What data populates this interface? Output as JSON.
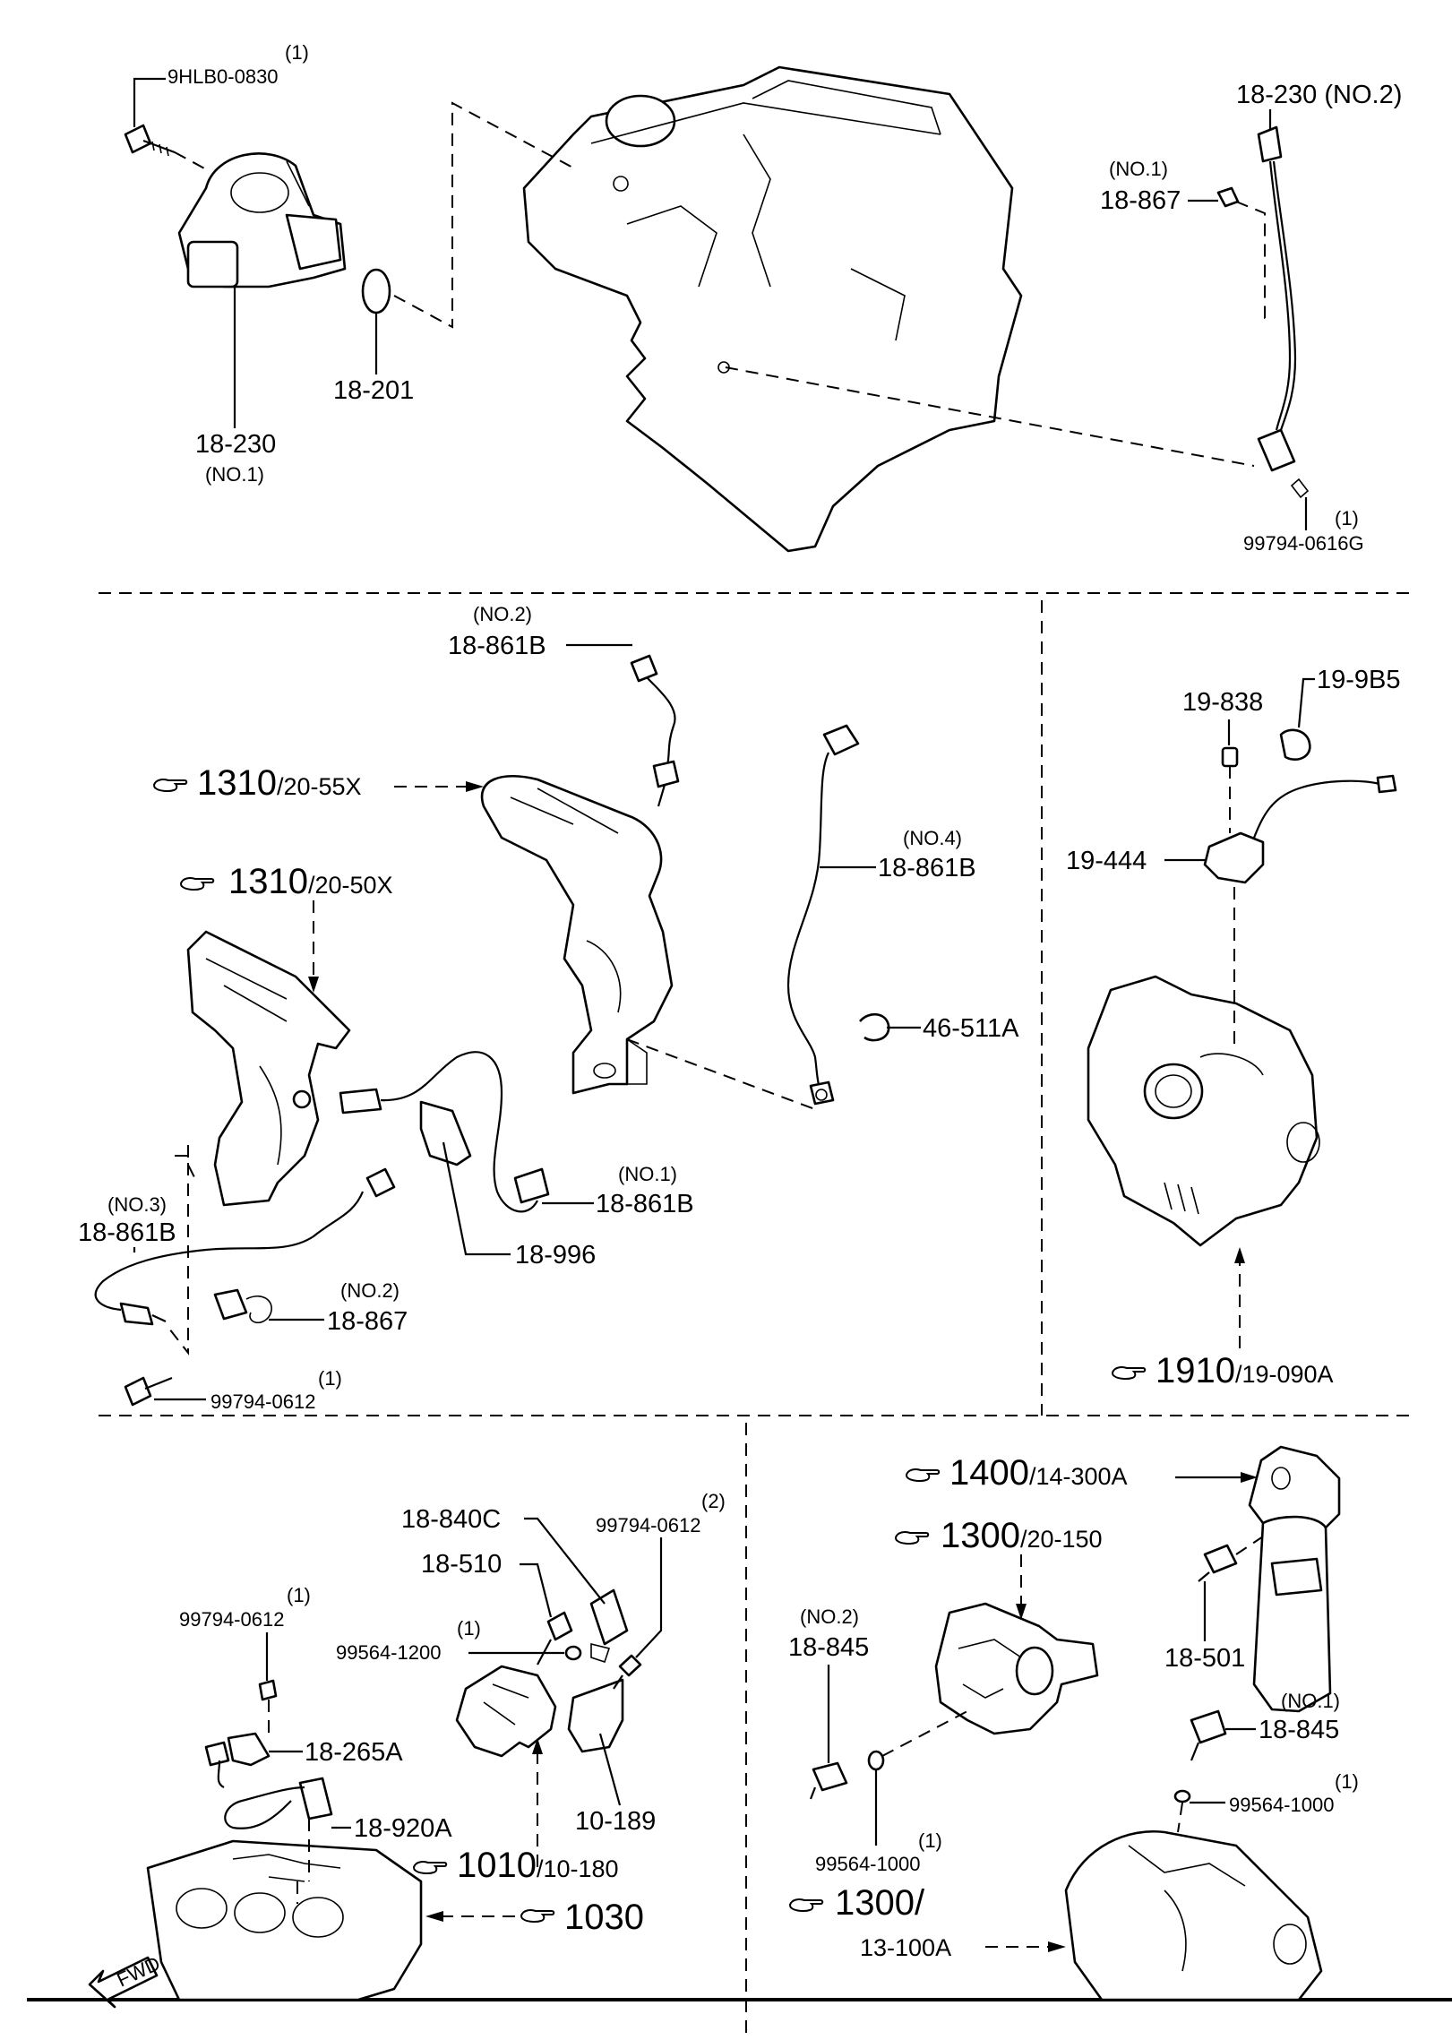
{
  "labels": {
    "p_9hlb0_0830": "9HLB0-0830",
    "q_9hlb0_0830": "(1)",
    "p_18_201": "18-201",
    "p_18_230_no1": "18-230",
    "n_18_230_no1": "(NO.1)",
    "p_18_230_no2": "18-230 (NO.2)",
    "n_18_867_top": "(NO.1)",
    "p_18_867_top": "18-867",
    "q_99794_0616g": "(1)",
    "p_99794_0616g": "99794-0616G",
    "n_18_861b_no2": "(NO.2)",
    "p_18_861b_no2": "18-861B",
    "r_1310_a_num": "1310",
    "r_1310_a_sub": "/20-55X",
    "r_1310_b_num": "1310",
    "r_1310_b_sub": "/20-50X",
    "n_18_861b_no4": "(NO.4)",
    "p_18_861b_no4": "18-861B",
    "p_46_511a": "46-511A",
    "n_18_861b_no1": "(NO.1)",
    "p_18_861b_no1": "18-861B",
    "n_18_861b_no3": "(NO.3)",
    "p_18_861b_no3": "18-861B",
    "p_18_996": "18-996",
    "n_18_867_mid": "(NO.2)",
    "p_18_867_mid": "18-867",
    "q_99794_0612_mid": "(1)",
    "p_99794_0612_mid": "99794-0612",
    "p_19_838": "19-838",
    "p_19_9b5": "19-9B5",
    "p_19_444": "19-444",
    "r_1910_num": "1910",
    "r_1910_sub": "/19-090A",
    "p_18_840c": "18-840C",
    "q_99794_0612_b": "(2)",
    "p_99794_0612_b": "99794-0612",
    "p_18_510": "18-510",
    "q_99794_0612_c": "(1)",
    "p_99794_0612_c": "99794-0612",
    "q_99564_1200": "(1)",
    "p_99564_1200": "99564-1200",
    "p_18_265a": "18-265A",
    "p_18_920a": "18-920A",
    "p_10_189": "10-189",
    "r_1010_num": "1010",
    "r_1010_sub": "/10-180",
    "r_1030_num": "1030",
    "fwd": "FWD",
    "r_1400_num": "1400",
    "r_1400_sub": "/14-300A",
    "r_1300_a_num": "1300",
    "r_1300_a_sub": "/20-150",
    "n_18_845_no2": "(NO.2)",
    "p_18_845_no2": "18-845",
    "p_18_501": "18-501",
    "n_18_845_no1": "(NO.1)",
    "p_18_845_no1": "18-845",
    "q_99564_1000_r": "(1)",
    "p_99564_1000_r": "99564-1000",
    "q_99564_1000_l": "(1)",
    "p_99564_1000_l": "99564-1000",
    "r_1300_b_num": "1300/",
    "r_1300_b_sub": "13-100A"
  }
}
